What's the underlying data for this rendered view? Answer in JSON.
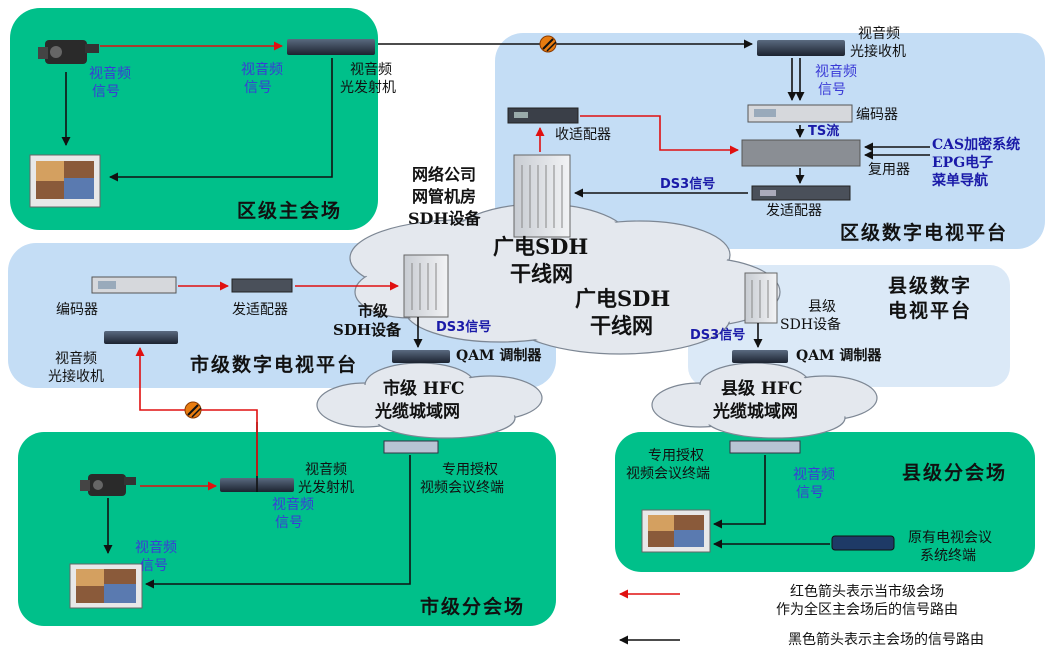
{
  "zones": {
    "district_main": "区级主会场",
    "district_dtv": "区级数字电视平台",
    "city_dtv": "市级数字电视平台",
    "county_dtv": [
      "县级数字",
      "电视平台"
    ],
    "city_branch": "市级分会场",
    "county_branch": "县级分会场"
  },
  "networks": {
    "sdh_upper": [
      "广电SDH",
      "干线网"
    ],
    "sdh_lower": [
      "广电SDH",
      "干线网"
    ],
    "city_hfc": [
      "市级 HFC",
      "光缆城域网"
    ],
    "county_hfc": [
      "县级 HFC",
      "光缆城域网"
    ]
  },
  "labels": {
    "av_signal_dm1": [
      "视音频",
      "信号"
    ],
    "av_signal_dm2": [
      "视音频",
      "信号"
    ],
    "opt_tx_dm": [
      "视音频",
      "光发射机"
    ],
    "opt_rx_dd": [
      "视音频",
      "光接收机"
    ],
    "av_signal_dd": [
      "视音频",
      "信号"
    ],
    "encoder_dd": "编码器",
    "recv_adapter": "收适配器",
    "ts_stream": "TS流",
    "cas": "CAS加密系统",
    "epg": [
      "EPG电子",
      "菜单导航"
    ],
    "mux": "复用器",
    "ds3_dd": "DS3信号",
    "send_adapter_dd": "发适配器",
    "netco": [
      "网络公司",
      "网管机房",
      "SDH设备"
    ],
    "encoder_city": "编码器",
    "send_adapter_city": "发适配器",
    "city_sdh": [
      "市级",
      "SDH设备"
    ],
    "ds3_city": "DS3信号",
    "opt_rx_city": [
      "视音频",
      "光接收机"
    ],
    "qam_city": "QAM 调制器",
    "county_sdh": [
      "县级",
      "SDH设备"
    ],
    "ds3_county": "DS3信号",
    "qam_county": "QAM 调制器",
    "opt_tx_city": [
      "视音频",
      "光发射机"
    ],
    "av_signal_cb1": [
      "视音频",
      "信号"
    ],
    "av_signal_cb2": [
      "视音频",
      "信号"
    ],
    "vc_terminal_city": [
      "专用授权",
      "视频会议终端"
    ],
    "vc_terminal_county": [
      "专用授权",
      "视频会议终端"
    ],
    "av_signal_county": [
      "视音频",
      "信号"
    ],
    "legacy_terminal": [
      "原有电视会议",
      "系统终端"
    ]
  },
  "legend": {
    "red": [
      "红色箭头表示当市级会场",
      "作为全区主会场后的信号路由"
    ],
    "black": "黑色箭头表示主会场的信号路由"
  },
  "colors": {
    "green_zone": "#00c08a",
    "blue_zone": "#c4ddf5",
    "blue_zone_light": "#dbe9f7",
    "cloud": "#e4e8ee",
    "red_arrow": "#e01010",
    "black_arrow": "#111111"
  }
}
